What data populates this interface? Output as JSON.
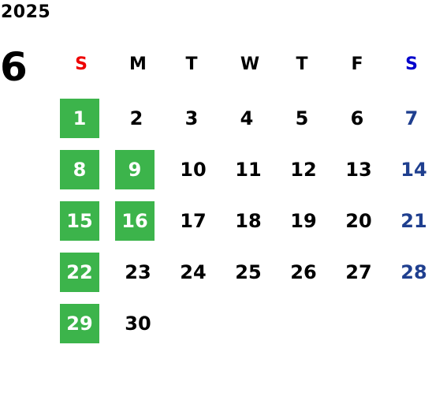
{
  "calendar": {
    "year": "2025",
    "month": "6",
    "weekdays": [
      "S",
      "M",
      "T",
      "W",
      "T",
      "F",
      "S"
    ],
    "weeks": [
      [
        "1",
        "2",
        "3",
        "4",
        "5",
        "6",
        "7"
      ],
      [
        "8",
        "9",
        "10",
        "11",
        "12",
        "13",
        "14"
      ],
      [
        "15",
        "16",
        "17",
        "18",
        "19",
        "20",
        "21"
      ],
      [
        "22",
        "23",
        "24",
        "25",
        "26",
        "27",
        "28"
      ],
      [
        "29",
        "30",
        "",
        "",
        "",
        "",
        ""
      ]
    ],
    "highlighted_days": [
      "1",
      "8",
      "9",
      "15",
      "16",
      "22",
      "29"
    ],
    "colors": {
      "highlight": "#3cb44b",
      "sunday_header": "#ee0000",
      "saturday_header": "#0000cc",
      "saturday_dates": "#1f3f8f"
    }
  }
}
